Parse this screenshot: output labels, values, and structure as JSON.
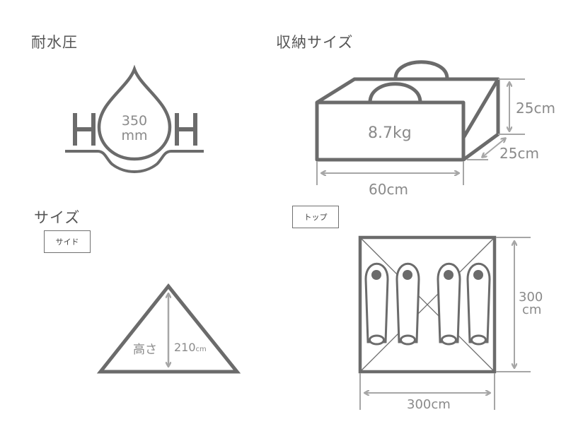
{
  "sections": {
    "water_pressure": {
      "title": "耐水圧",
      "value": "350",
      "unit": "mm",
      "marker_left": "H",
      "marker_right": "H"
    },
    "storage": {
      "title": "収納サイズ",
      "weight": "8.7kg",
      "height": "25cm",
      "depth": "25cm",
      "width": "60cm"
    },
    "size": {
      "title": "サイズ",
      "side": {
        "tag": "サイド",
        "height_label": "高さ",
        "height_value": "210",
        "height_unit": "cm"
      },
      "top": {
        "tag": "トップ",
        "height_value": "300",
        "height_unit": "cm",
        "width": "300cm",
        "sleeping_bags": 4
      }
    }
  },
  "colors": {
    "stroke": "#6b6b6b",
    "dimension": "#a6a6a6",
    "text": "#8a8a8a"
  }
}
